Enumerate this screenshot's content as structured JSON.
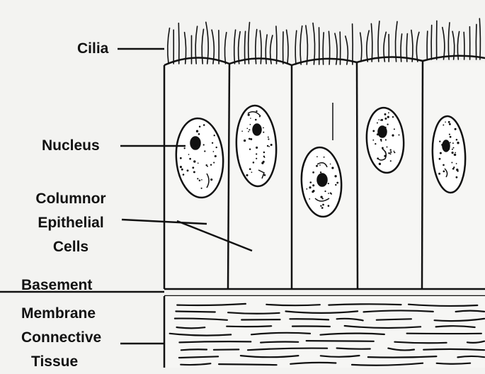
{
  "labels": {
    "cilia": "Cilia",
    "nucleus": "Nucleus",
    "columnar_line1": "Columnor",
    "columnar_line2": "Epithelial",
    "columnar_line3": "Cells",
    "basement_line1": "Basement",
    "basement_line2": "Membrane",
    "connective_line1": "Connective",
    "connective_line2": "Tissue"
  },
  "colors": {
    "ink": "#111111",
    "paper": "#f3f3f1",
    "cell_fill": "#f6f6f4",
    "nucleus_fill": "#ffffff"
  }
}
